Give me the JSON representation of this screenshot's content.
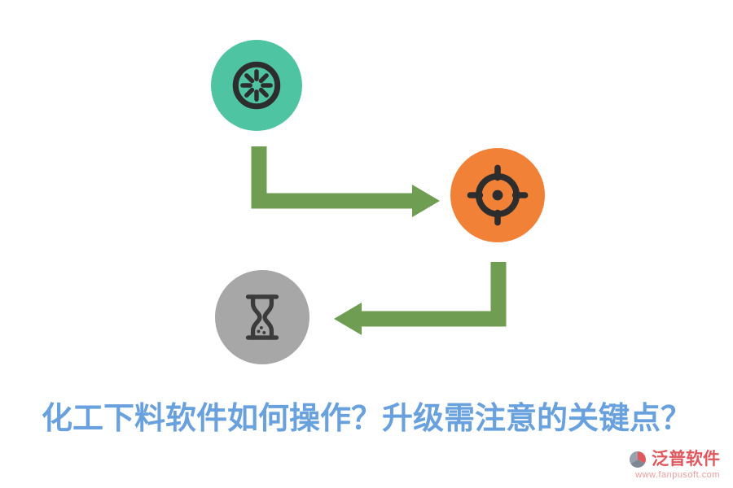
{
  "title": {
    "text": "化工下料软件如何操作？升级需注意的关键点？"
  },
  "brand": {
    "name": "泛普软件",
    "url": "www.fanpusoft.com"
  },
  "icons": {
    "step1": "kiwi-slice-icon",
    "step2": "target-icon",
    "step3": "hourglass-icon"
  },
  "colors": {
    "step1_bg": "#4fc4a2",
    "step2_bg": "#f08137",
    "step3_bg": "#a7a7a7",
    "arrow": "#6f9d52",
    "icon_dark": "#2d2d2d",
    "hourglass_dark": "#3b3b3b",
    "title": "#68a1dd",
    "brand_red": "#e0575c",
    "brand_url_pink": "#f09b9b",
    "logo_gray": "#97a0ac",
    "logo_slate": "#7f8793"
  }
}
